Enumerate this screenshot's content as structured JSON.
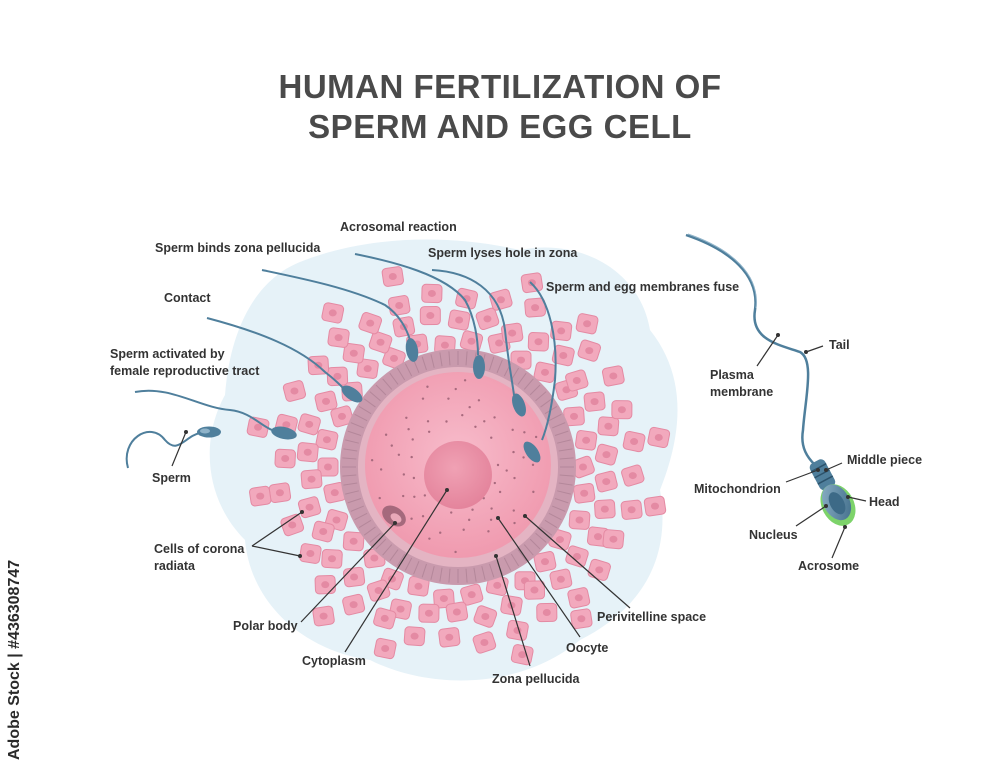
{
  "title": {
    "line1": "HUMAN FERTILIZATION OF",
    "line2": "SPERM AND EGG CELL"
  },
  "labels": {
    "acrosomal_reaction": "Acrosomal reaction",
    "sperm_binds": "Sperm binds zona pellucida",
    "sperm_lyses": "Sperm lyses hole in zona",
    "membranes_fuse": "Sperm and egg membranes fuse",
    "contact": "Contact",
    "activated_1": "Sperm activated by",
    "activated_2": "female reproductive tract",
    "sperm": "Sperm",
    "corona_1": "Cells of corona",
    "corona_2": "radiata",
    "polar_body": "Polar body",
    "cytoplasm": "Cytoplasm",
    "zona_pellucida": "Zona pellucida",
    "oocyte": "Oocyte",
    "perivitelline": "Perivitelline space",
    "tail": "Tail",
    "plasma_1": "Plasma",
    "plasma_2": "membrane",
    "middle_piece": "Middle piece",
    "mitochondrion": "Mitochondrion",
    "head": "Head",
    "nucleus": "Nucleus",
    "acrosome": "Acrosome"
  },
  "watermark": "Adobe Stock | #436308747",
  "colors": {
    "title": "#4a4a4a",
    "cloud": "#e6f2f8",
    "corona_cell": "#f2a9bd",
    "zona": "#c99aad",
    "oocyte": "#f3a7b8",
    "nucleus": "#ea8fa5",
    "sperm": "#4f7f9c",
    "acrosome": "#7dd36a"
  }
}
